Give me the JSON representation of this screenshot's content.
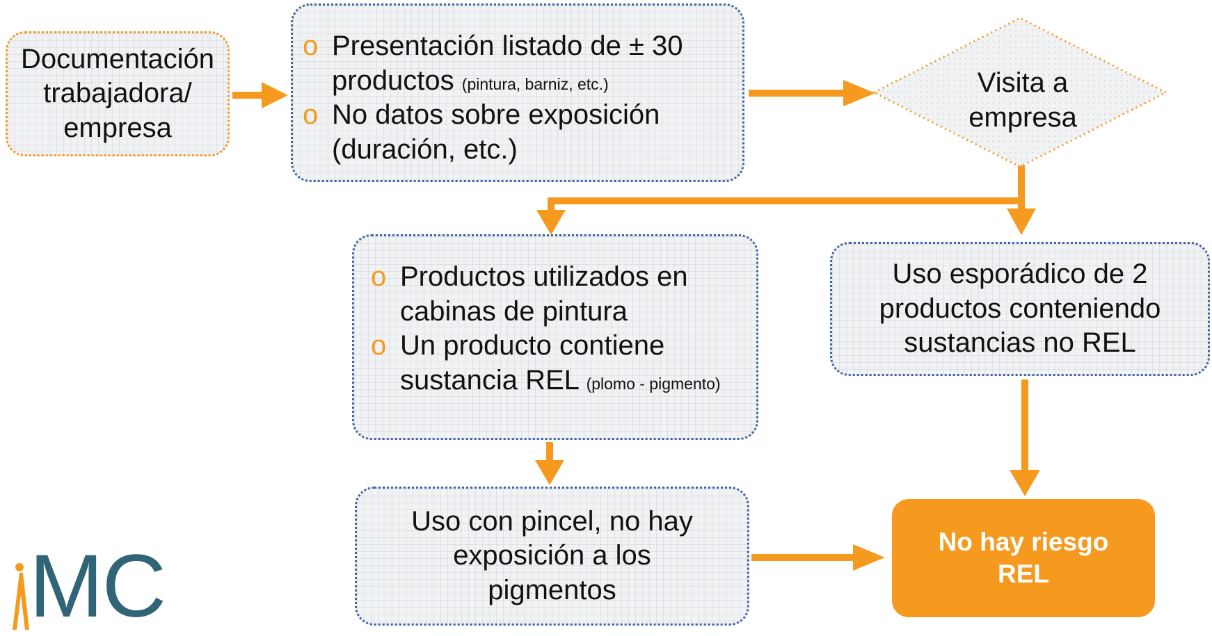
{
  "nodes": {
    "documentation": {
      "lines": [
        "Documentación",
        "trabajadora/",
        "empresa"
      ]
    },
    "presentation": {
      "items": [
        {
          "main": "Presentación listado de ± 30 productos",
          "note": "(pintura, barniz, etc.)"
        },
        {
          "main": "No datos sobre exposición (duración, etc.)",
          "note": ""
        }
      ]
    },
    "visit": {
      "lines": [
        "Visita a",
        "empresa"
      ]
    },
    "products_used": {
      "items": [
        {
          "main": "Productos utilizados en cabinas de pintura",
          "note": ""
        },
        {
          "main": "Un producto contiene sustancia REL",
          "note": "(plomo - pigmento)"
        }
      ]
    },
    "sporadic_use": {
      "lines": [
        "Uso esporádico de 2",
        "productos conteniendo",
        "sustancias no REL"
      ]
    },
    "brush_use": {
      "lines": [
        "Uso con pincel, no hay",
        "exposición a los",
        "pigmentos"
      ]
    },
    "result": {
      "lines": [
        "No hay riesgo",
        "REL"
      ]
    }
  },
  "bullet_glyph": "o",
  "logo": {
    "text": "MC"
  },
  "colors": {
    "accent": "#f59a1f",
    "box_border": "#3d64a6",
    "box_fill": "#f1f2f4",
    "result_fill": "#f59a1f",
    "logo": "#2f6577"
  }
}
